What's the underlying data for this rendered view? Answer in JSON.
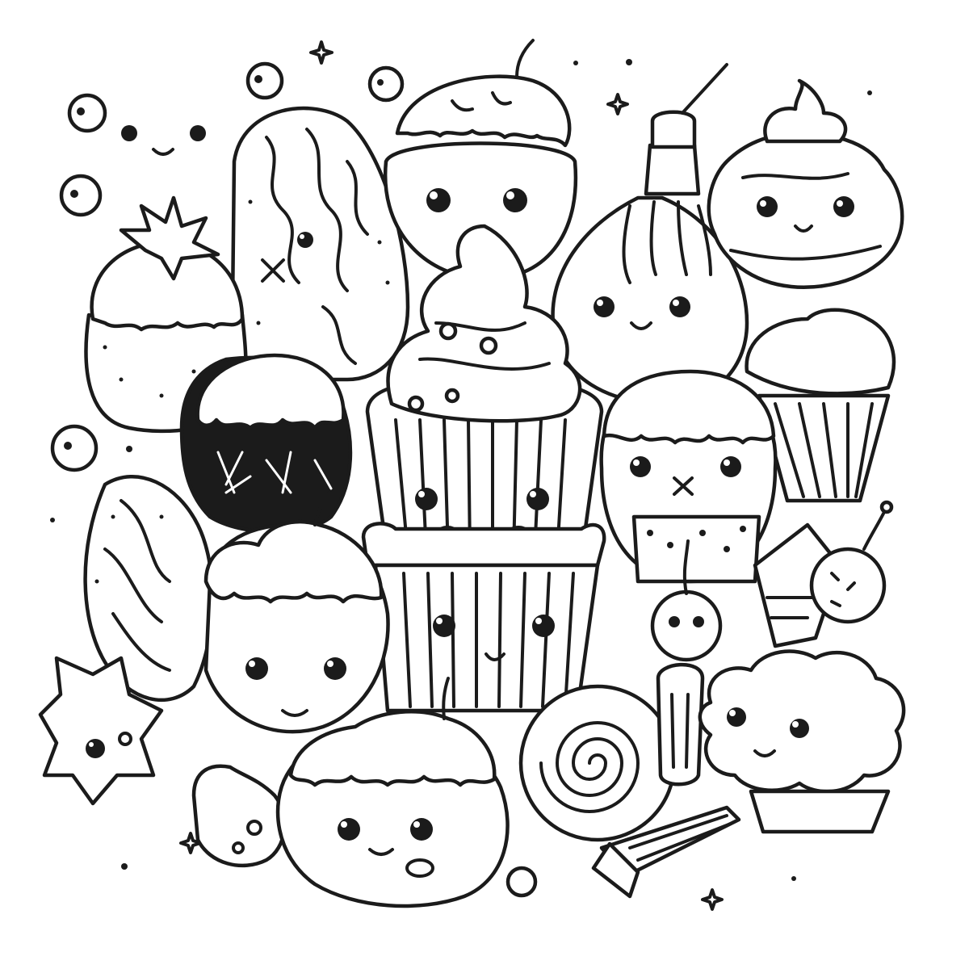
{
  "illustration": {
    "style": "black line-art coloring page",
    "background": "#ffffff",
    "ink": "#1b1b1b",
    "characters": [
      "cupcake-center",
      "cupcake-lower",
      "strawberry-cupcake",
      "long-bread",
      "acorn-cake",
      "onion-bell",
      "cloud-muffin",
      "small-cupcake",
      "chocolate-dome",
      "chef-muffin",
      "croissant",
      "leaf-blob",
      "star-cookie",
      "round-bun",
      "leaf-cake",
      "swirl-roll",
      "pickle-stick",
      "fluffy-cloud",
      "popsicle",
      "cherry-cupcake",
      "floating-face"
    ]
  }
}
